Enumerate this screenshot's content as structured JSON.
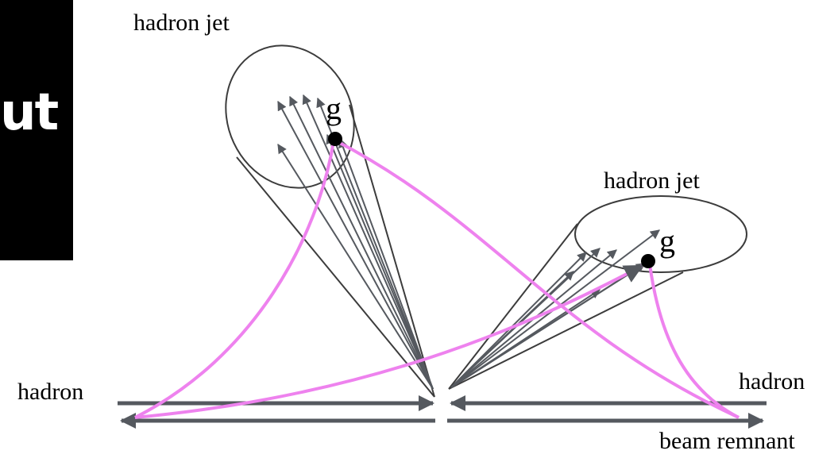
{
  "side_tab": {
    "text": "ut"
  },
  "labels": {
    "jet_left": "hadron jet",
    "jet_right": "hadron jet",
    "gluon_left": "g",
    "gluon_right": "g",
    "hadron_left": "hadron",
    "hadron_right": "hadron",
    "beam_remnant": "beam remnant"
  },
  "colors": {
    "arrow": "#55595f",
    "cone": "#3c3c3c",
    "gluon_line": "#ee82ee",
    "dot": "#000000"
  }
}
